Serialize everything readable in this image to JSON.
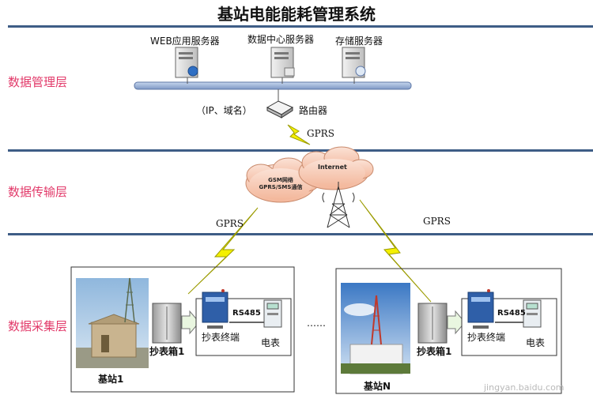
{
  "title": "基站电能能耗管理系统",
  "layers": {
    "management": "数据管理层",
    "transmission": "数据传输层",
    "collection": "数据采集层"
  },
  "servers": {
    "web": "WEB应用服务器",
    "data_center": "数据中心服务器",
    "storage": "存储服务器"
  },
  "router": {
    "ip_domain": "（IP、域名）",
    "label": "路由器"
  },
  "links": {
    "gprs_top": "GPRS",
    "gprs_left": "GPRS",
    "gprs_right": "GPRS"
  },
  "clouds": {
    "gsm_line1": "GSM网络",
    "gsm_line2": "GPRS/SMS通信",
    "internet": "Internet"
  },
  "sites": {
    "site1": {
      "name": "基站1",
      "meter_box": "抄表箱1",
      "terminal": "抄表终端",
      "bus": "RS485",
      "meter": "电表"
    },
    "siteN": {
      "name": "基站N",
      "meter_box": "抄表箱1",
      "terminal": "抄表终端",
      "bus": "RS485",
      "meter": "电表"
    },
    "ellipsis": "……"
  },
  "watermark": "jingyan.baidu.com",
  "colors": {
    "layer_line": "#3e5d86",
    "layer_label": "#e23a6a",
    "bolt_fill": "#f4f000",
    "bus": "#8fa9d4"
  }
}
